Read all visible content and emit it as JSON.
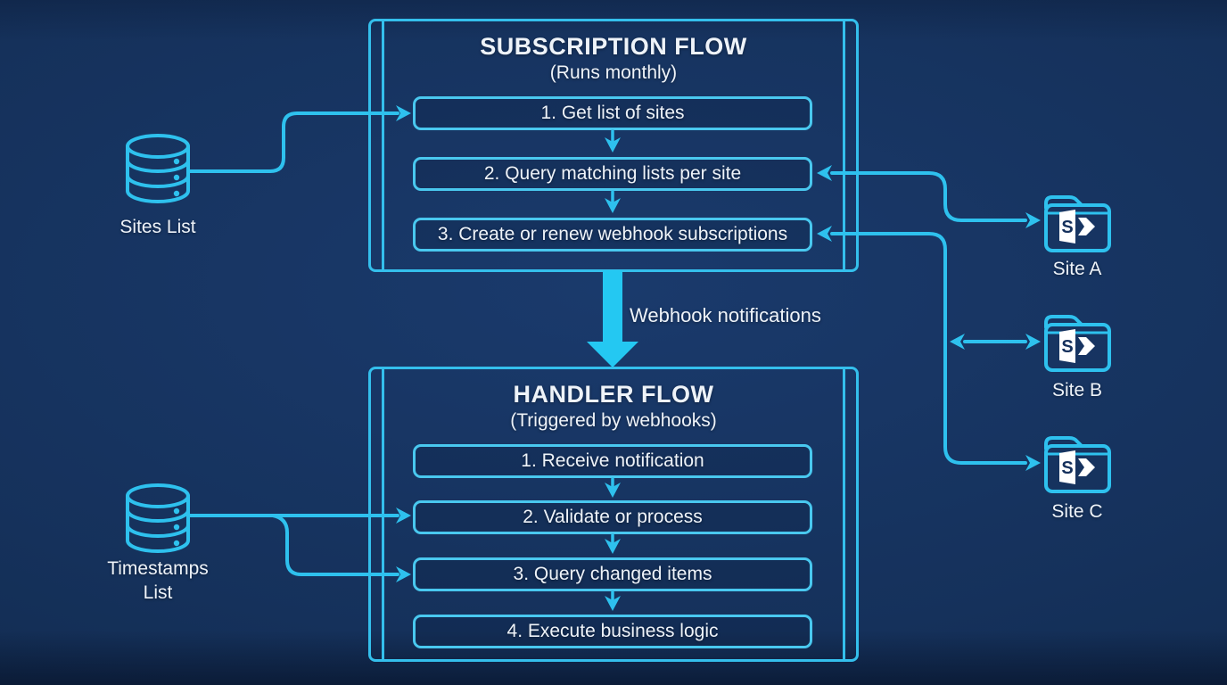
{
  "colors": {
    "background": "#15315b",
    "line_cyan": "#2ec1ee",
    "step_border": "#49c8ef",
    "box_border": "#34bfec",
    "thick_arrow": "#24c8f2",
    "text": "#eef3f9",
    "logo_navy": "#14305c"
  },
  "subscription_flow": {
    "title": "SUBSCRIPTION FLOW",
    "subtitle": "(Runs monthly)",
    "steps": [
      "1. Get list of sites",
      "2. Query matching lists per site",
      "3. Create or renew webhook subscriptions"
    ]
  },
  "handler_flow": {
    "title": "HANDLER FLOW",
    "subtitle": "(Triggered by webhooks)",
    "steps": [
      "1. Receive notification",
      "2. Validate or process",
      "3. Query changed items",
      "4. Execute business logic"
    ]
  },
  "flow_connector": {
    "label": "Webhook notifications"
  },
  "data_stores": [
    {
      "label": "Sites List"
    },
    {
      "label": "Timestamps List"
    }
  ],
  "sites": [
    {
      "label": "Site A"
    },
    {
      "label": "Site B"
    },
    {
      "label": "Site C"
    }
  ],
  "icons": {
    "sharepoint_letter": "S"
  }
}
